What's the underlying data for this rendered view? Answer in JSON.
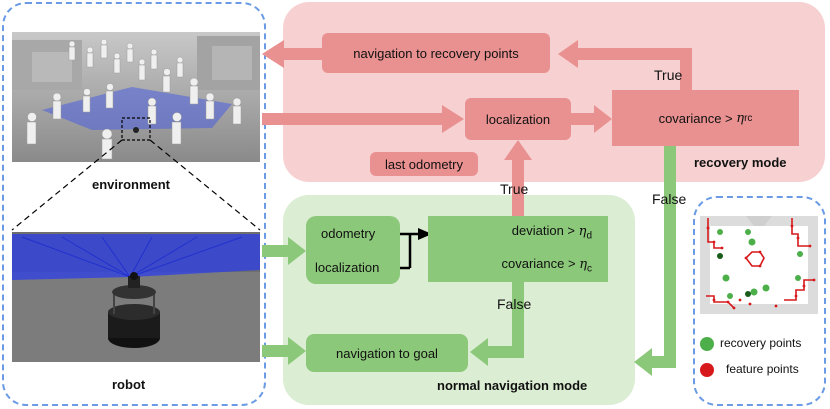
{
  "left_panel": {
    "environment_label": "environment",
    "robot_label": "robot"
  },
  "recovery": {
    "region_label": "recovery mode",
    "nav_recovery": "navigation to recovery points",
    "localization": "localization",
    "last_odometry": "last odometry",
    "covariance_text": "covariance >",
    "eta_symbol": "η",
    "eta_rc_sub": "rc"
  },
  "normal": {
    "region_label": "normal navigation mode",
    "odometry": "odometry",
    "localization": "localization",
    "deviation_text": "deviation >",
    "eta_d_sub": "d",
    "covariance_text": "covariance >",
    "eta_c_sub": "c",
    "nav_goal": "navigation to goal"
  },
  "edges": {
    "true_top": "True",
    "true_mid": "True",
    "false_right": "False",
    "false_mid": "False"
  },
  "legend": {
    "recovery_points": "recovery points",
    "feature_points": "feature points",
    "recovery_color": "#4daf4a",
    "feature_color": "#d7191c"
  },
  "colors": {
    "red_region": "#f7d1d1",
    "red_box": "#e99090",
    "green_region": "#dbedd2",
    "green_box": "#8cc87a",
    "dash": "#6b9be4"
  }
}
